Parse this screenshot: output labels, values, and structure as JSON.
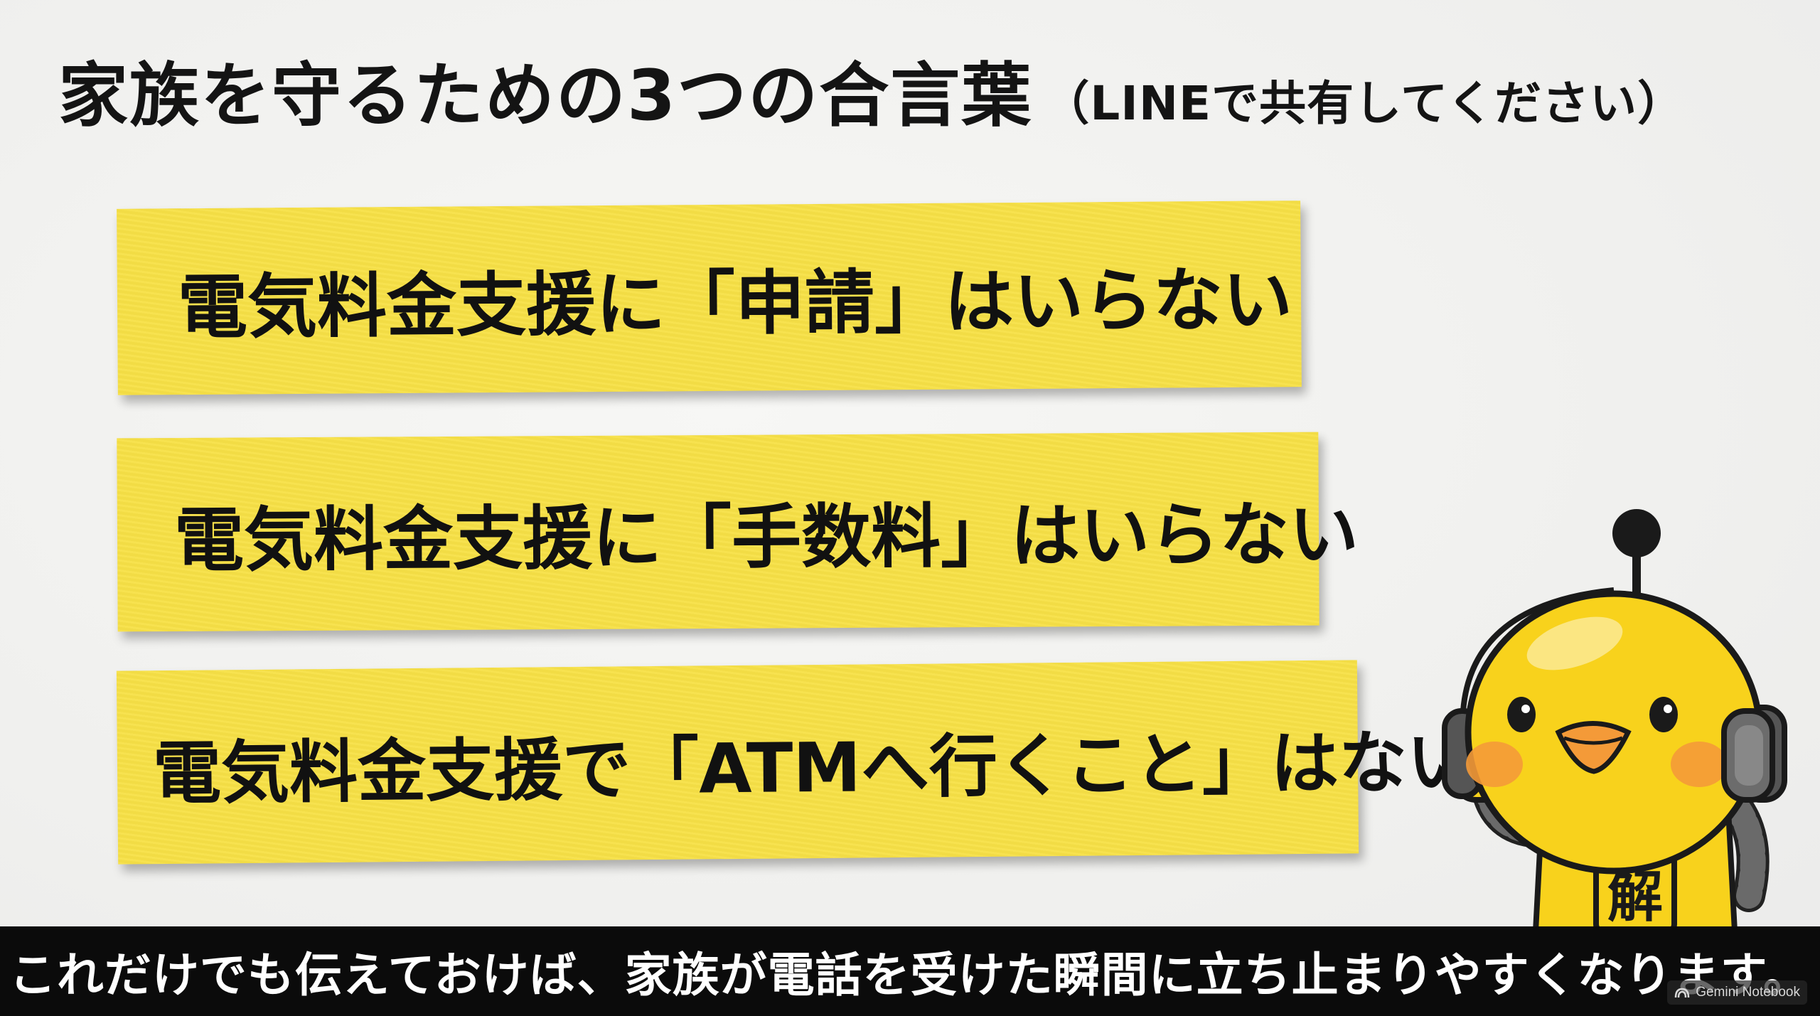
{
  "slide": {
    "title": "家族を守るための3つの合言葉",
    "title_note": "（LINEで共有してください）",
    "notes": [
      "電気料金支援に「申請」はいらない",
      "電気料金支援に「手数料」はいらない",
      "電気料金支援で「ATMへ行くこと」はない"
    ],
    "mascot": {
      "icon": "chick-robot-mascot-icon",
      "badge_text": "解"
    }
  },
  "caption": {
    "text": "これだけでも伝えておけば、家族が電話を受けた瞬間に立ち止まりやすくなります。"
  },
  "watermark": {
    "icon": "notebook-logo-icon",
    "label": "Gemini Notebook"
  },
  "colors": {
    "note_yellow": "#f7e046",
    "mascot_yellow": "#f8d21c",
    "caption_bar": "#0b0b0b",
    "background": "#f3f3f1"
  }
}
